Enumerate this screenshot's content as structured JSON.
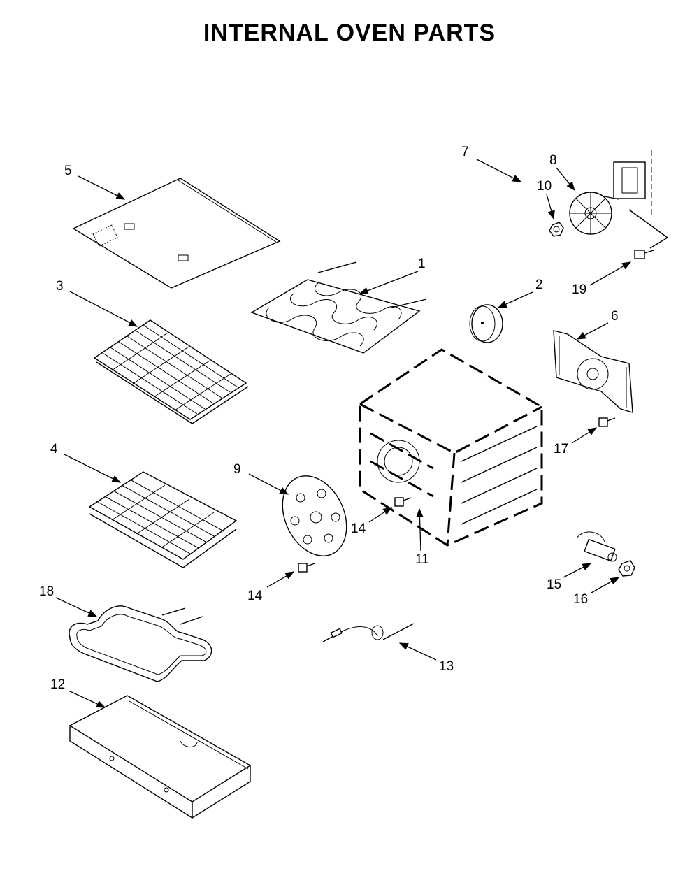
{
  "title": "INTERNAL OVEN PARTS",
  "callouts": {
    "c1": "1",
    "c2": "2",
    "c3": "3",
    "c4": "4",
    "c5": "5",
    "c6": "6",
    "c7": "7",
    "c8": "8",
    "c9": "9",
    "c10": "10",
    "c11": "11",
    "c12": "12",
    "c13": "13",
    "c14a": "14",
    "c14b": "14",
    "c15": "15",
    "c16": "16",
    "c17": "17",
    "c18": "18",
    "c19": "19"
  }
}
